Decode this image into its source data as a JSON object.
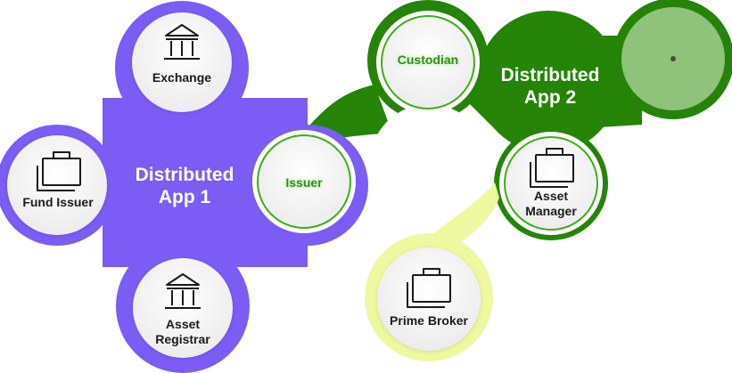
{
  "apps": {
    "app1": {
      "label": "Distributed\nApp 1",
      "color": "#7b5cf5"
    },
    "app2": {
      "label": "Distributed\nApp 2",
      "color": "#258407"
    }
  },
  "nodes": {
    "exchange": {
      "label": "Exchange",
      "icon": "bank-icon"
    },
    "fund_issuer": {
      "label": "Fund Issuer",
      "icon": "briefcase-icon"
    },
    "asset_registrar": {
      "label": "Asset\nRegistrar",
      "icon": "bank-icon"
    },
    "issuer": {
      "label": "Issuer",
      "icon": ""
    },
    "custodian": {
      "label": "Custodian",
      "icon": ""
    },
    "asset_manager": {
      "label": "Asset\nManager",
      "icon": "briefcase-icon"
    },
    "prime_broker": {
      "label": "Prime Broker",
      "icon": "briefcase-icon"
    }
  },
  "colors": {
    "purple": "#7b5cf5",
    "green": "#258407",
    "light_green": "#edf8a1",
    "empty_slot": "#8fc27a"
  }
}
